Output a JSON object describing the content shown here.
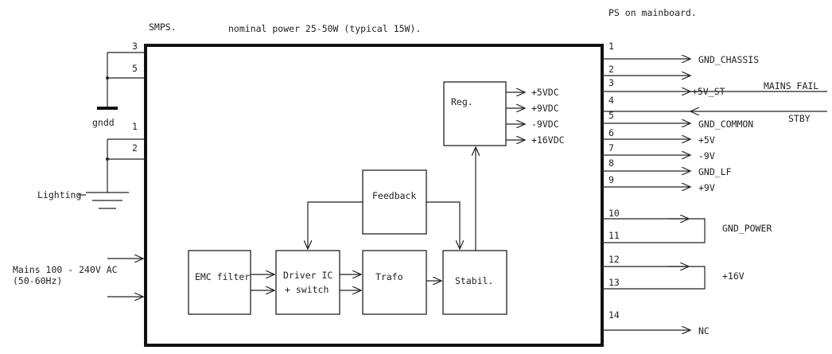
{
  "header": {
    "smps": "SMPS.",
    "nominal": "nominal power 25-50W (typical 15W).",
    "ps": "PS on mainboard."
  },
  "left": {
    "pin3": "3",
    "pin5": "5",
    "pin1": "1",
    "pin2": "2",
    "gndd": "gndd",
    "lighting": "Lighting",
    "mains": "Mains 100 - 240V AC",
    "hz": "(50-60Hz)"
  },
  "blocks": {
    "emc": "EMC filter",
    "driver1": "Driver IC",
    "driver2": "+ switch",
    "trafo": "Trafo",
    "stabil": "Stabil.",
    "feedback": "Feedback",
    "reg": "Reg."
  },
  "reg_outputs": [
    "+5VDC",
    "+9VDC",
    "-9VDC",
    "+16VDC"
  ],
  "pins_right": [
    "1",
    "2",
    "3",
    "4",
    "5",
    "6",
    "7",
    "8",
    "9",
    "10",
    "11",
    "12",
    "13",
    "14"
  ],
  "signals": {
    "gnd_chassis": "GND_CHASSIS",
    "mains_fail": "MAINS_FAIL",
    "v5st": "+5V_ST",
    "stby": "STBY",
    "gnd_common": "GND_COMMON",
    "p5v": "+5V",
    "m9v": "-9V",
    "gnd_lf": "GND_LF",
    "p9v": "+9V",
    "gnd_power": "GND_POWER",
    "p16v": "+16V",
    "nc": "NC"
  }
}
